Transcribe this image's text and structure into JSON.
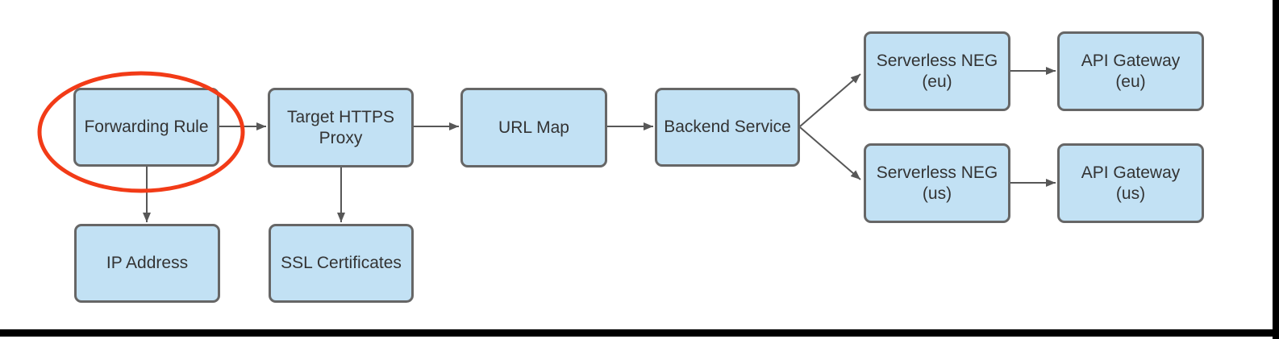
{
  "diagram": {
    "nodes": [
      {
        "id": "forwarding-rule",
        "label": "Forwarding Rule"
      },
      {
        "id": "target-https-proxy",
        "label": "Target HTTPS\nProxy"
      },
      {
        "id": "url-map",
        "label": "URL Map"
      },
      {
        "id": "backend-service",
        "label": "Backend Service"
      },
      {
        "id": "serverless-neg-eu",
        "label": "Serverless NEG\n(eu)"
      },
      {
        "id": "api-gateway-eu",
        "label": "API Gateway\n(eu)"
      },
      {
        "id": "serverless-neg-us",
        "label": "Serverless NEG\n(us)"
      },
      {
        "id": "api-gateway-us",
        "label": "API Gateway\n(us)"
      },
      {
        "id": "ip-address",
        "label": "IP Address"
      },
      {
        "id": "ssl-certificates",
        "label": "SSL Certificates"
      }
    ],
    "edges": [
      {
        "from": "forwarding-rule",
        "to": "target-https-proxy"
      },
      {
        "from": "forwarding-rule",
        "to": "ip-address"
      },
      {
        "from": "target-https-proxy",
        "to": "url-map"
      },
      {
        "from": "target-https-proxy",
        "to": "ssl-certificates"
      },
      {
        "from": "url-map",
        "to": "backend-service"
      },
      {
        "from": "backend-service",
        "to": "serverless-neg-eu"
      },
      {
        "from": "backend-service",
        "to": "serverless-neg-us"
      },
      {
        "from": "serverless-neg-eu",
        "to": "api-gateway-eu"
      },
      {
        "from": "serverless-neg-us",
        "to": "api-gateway-us"
      }
    ],
    "annotation": {
      "shape": "ellipse",
      "highlights": "Forwarding Rule",
      "color": "#f23b17"
    },
    "colors": {
      "node_fill": "#c2e1f4",
      "node_border": "#666666",
      "node_text": "#333333",
      "arrow": "#575757",
      "highlight_ellipse": "#f23b17",
      "background": "#ffffff",
      "frame_edges": "#000000"
    }
  }
}
